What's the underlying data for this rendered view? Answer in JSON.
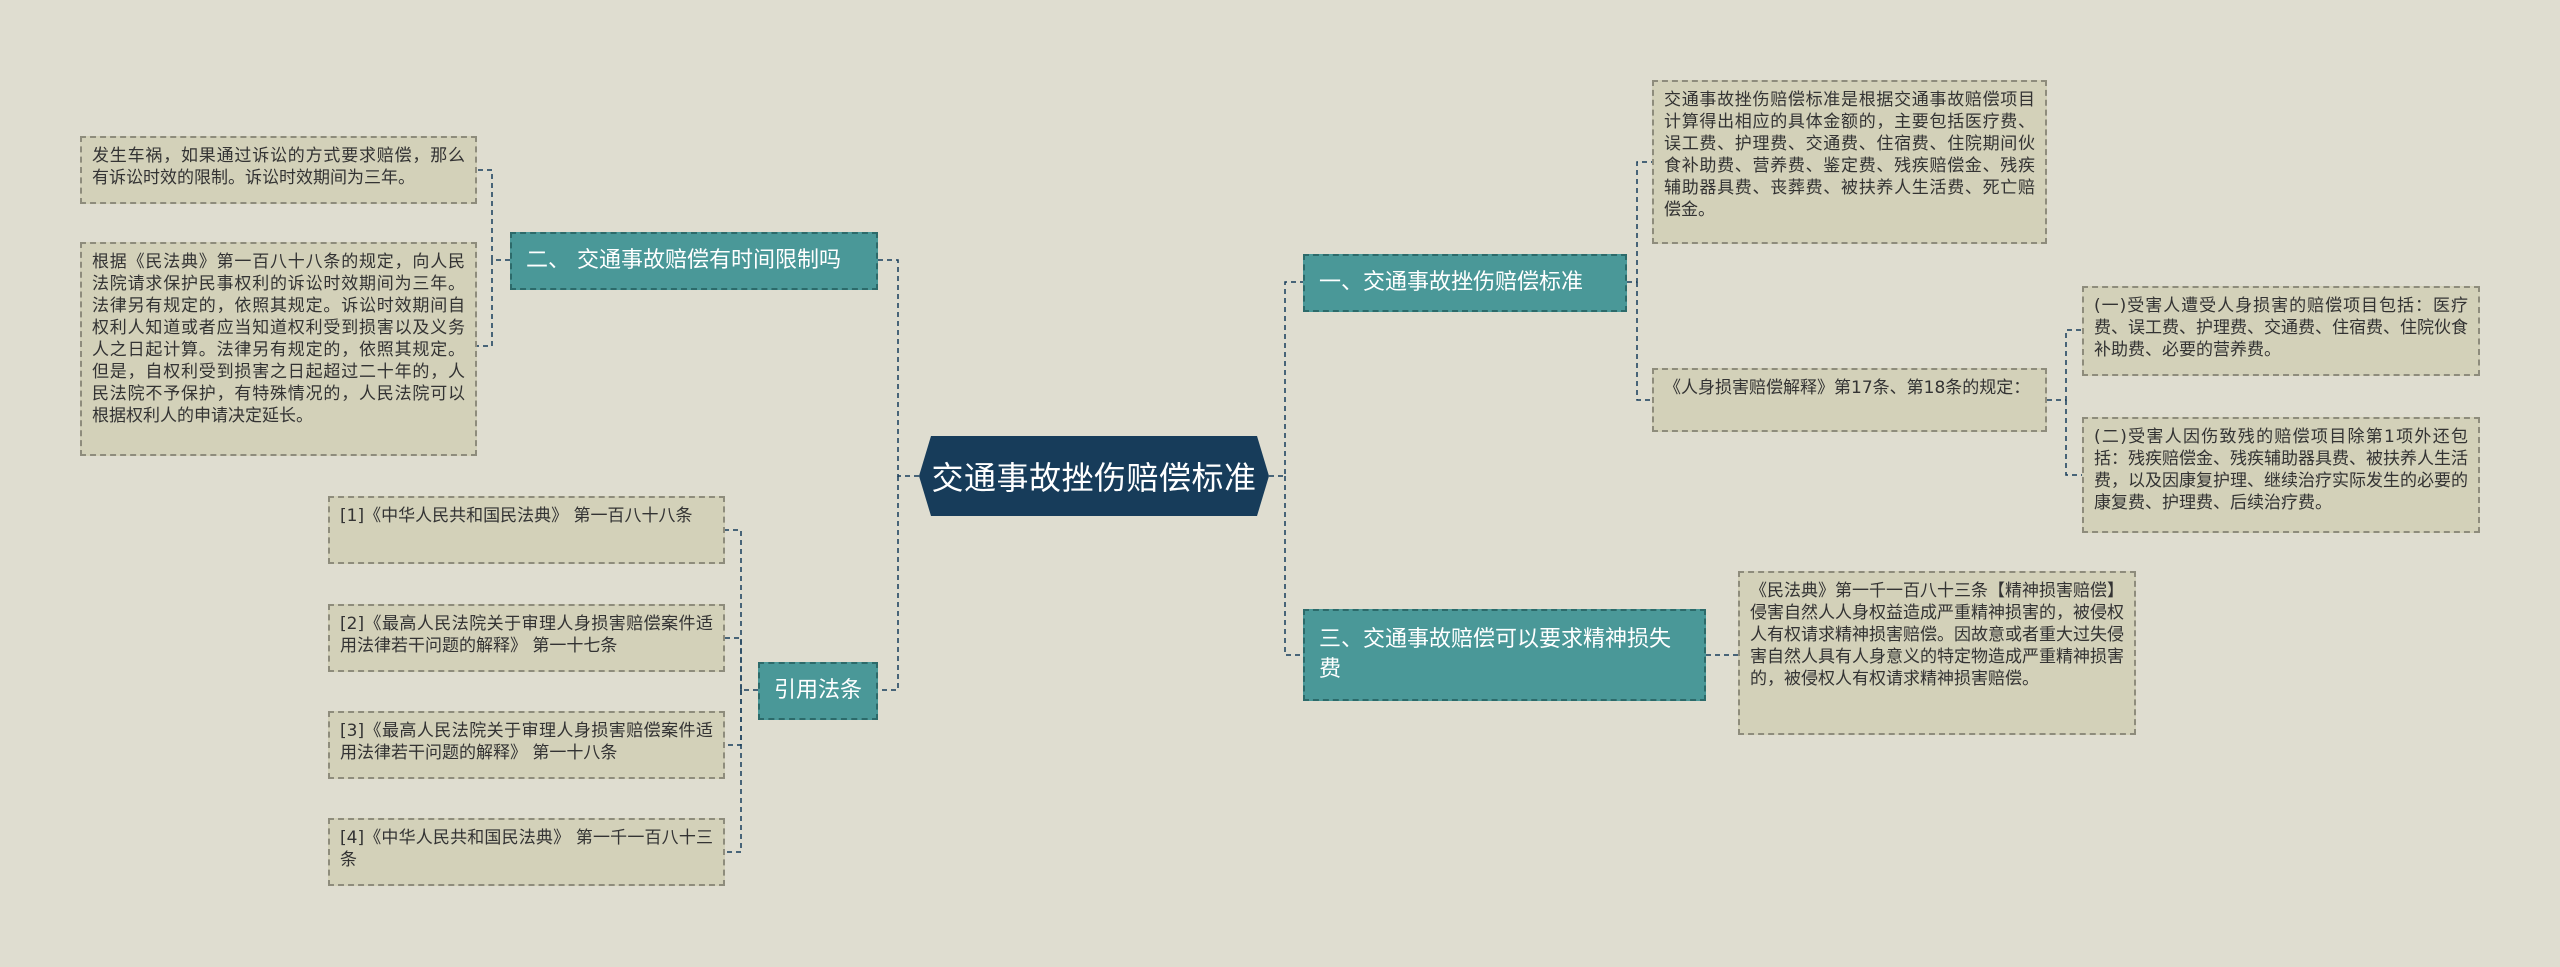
{
  "root": {
    "title": "交通事故挫伤赔偿标准"
  },
  "branches": {
    "b1": "一、交通事故挫伤赔偿标准",
    "b2": "二、 交通事故赔偿有时间限制吗",
    "b3": "三、交通事故赔偿可以要求精神损失费",
    "b4": "引用法条"
  },
  "leaves": {
    "r1": "交通事故挫伤赔偿标准是根据交通事故赔偿项目计算得出相应的具体金额的，主要包括医疗费、误工费、护理费、交通费、住宿费、住院期间伙食补助费、营养费、鉴定费、残疾赔偿金、残疾辅助器具费、丧葬费、被扶养人生活费、死亡赔偿金。",
    "r2": "《人身损害赔偿解释》第17条、第18条的规定：",
    "r2a": "(一)受害人遭受人身损害的赔偿项目包括：医疗费、误工费、护理费、交通费、住宿费、住院伙食补助费、必要的营养费。",
    "r2b": "(二)受害人因伤致残的赔偿项目除第1项外还包括：残疾赔偿金、残疾辅助器具费、被扶养人生活费，以及因康复护理、继续治疗实际发生的必要的康复费、护理费、后续治疗费。",
    "r3": "《民法典》第一千一百八十三条【精神损害赔偿】侵害自然人人身权益造成严重精神损害的，被侵权人有权请求精神损害赔偿。因故意或者重大过失侵害自然人具有人身意义的特定物造成严重精神损害的，被侵权人有权请求精神损害赔偿。",
    "l1": "发生车祸，如果通过诉讼的方式要求赔偿，那么有诉讼时效的限制。诉讼时效期间为三年。",
    "l2": "根据《民法典》第一百八十八条的规定，向人民法院请求保护民事权利的诉讼时效期间为三年。法律另有规定的，依照其规定。诉讼时效期间自权利人知道或者应当知道权利受到损害以及义务人之日起计算。法律另有规定的，依照其规定。但是，自权利受到损害之日起超过二十年的，人民法院不予保护，有特殊情况的，人民法院可以根据权利人的申请决定延长。",
    "c1": "[1]《中华人民共和国民法典》 第一百八十八条",
    "c2": "[2]《最高人民法院关于审理人身损害赔偿案件适用法律若干问题的解释》 第一十七条",
    "c3": "[3]《最高人民法院关于审理人身损害赔偿案件适用法律若干问题的解释》 第一十八条",
    "c4": "[4]《中华人民共和国民法典》 第一千一百八十三条"
  },
  "colors": {
    "background": "#dfddd0",
    "root": "#173c5a",
    "branch": "#4a9898",
    "leaf": "#d3d1b9",
    "connector": "#173c5a"
  }
}
